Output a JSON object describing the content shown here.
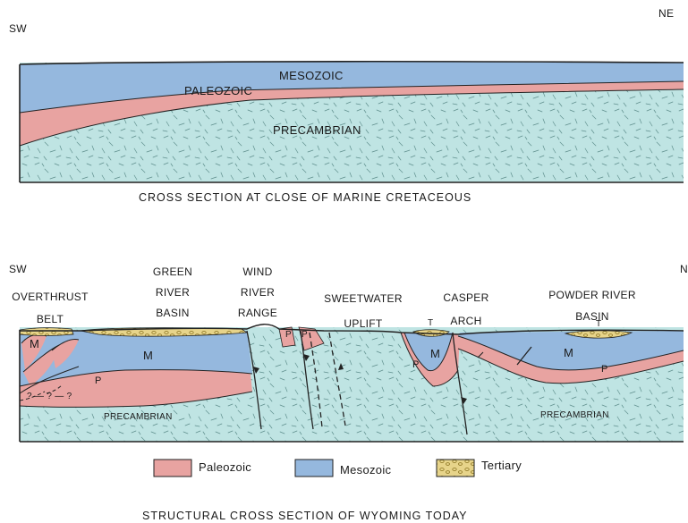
{
  "colors": {
    "paleozoic": "#e8a3a1",
    "mesozoic": "#95b8de",
    "precambrian": "#bfe4e3",
    "tertiary": "#e7d48a",
    "line": "#222222"
  },
  "top_section": {
    "sw_label": "SW",
    "ne_label": "NE",
    "units": {
      "mesozoic": "MESOZOIC",
      "paleozoic": "PALEOZOIC",
      "precambrian": "PRECAMBRIAN"
    },
    "caption": "CROSS SECTION AT CLOSE OF MARINE CRETACEOUS"
  },
  "bottom_section": {
    "sw_label": "SW",
    "ne_label": "N",
    "features": {
      "overthrust": [
        "OVERTHRUST",
        "BELT"
      ],
      "green_river": [
        "GREEN",
        "RIVER",
        "BASIN"
      ],
      "wind_river": [
        "WIND",
        "RIVER",
        "RANGE"
      ],
      "sweetwater": [
        "SWEETWATER",
        "UPLIFT"
      ],
      "casper": [
        "CASPER",
        "ARCH"
      ],
      "powder_river": [
        "POWDER RIVER",
        "BASIN"
      ]
    },
    "unit_labels": {
      "m": "M",
      "p": "P",
      "t": "T",
      "precambrian": "PRECAMBRIAN",
      "question": "? — ? — ?"
    },
    "legend": {
      "paleozoic": "Paleozoic",
      "mesozoic": "Mesozoic",
      "tertiary": "Tertiary"
    },
    "caption": "STRUCTURAL CROSS SECTION OF WYOMING TODAY"
  }
}
